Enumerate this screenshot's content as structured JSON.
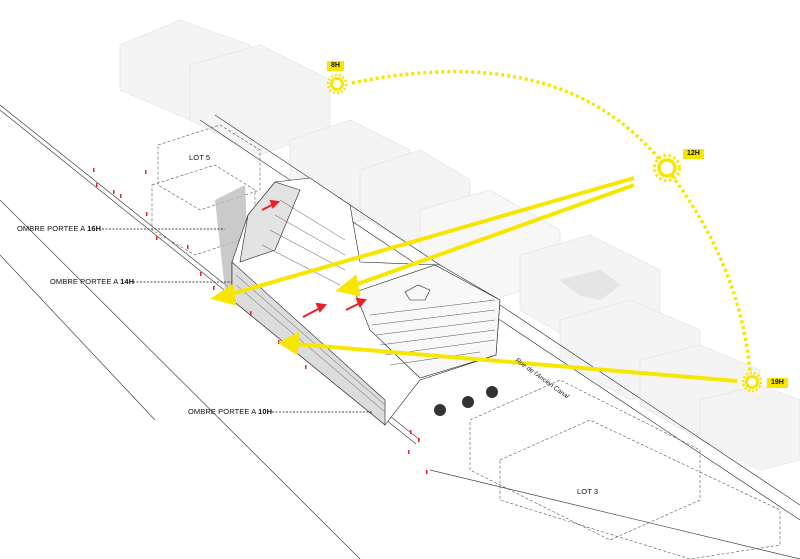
{
  "labels": {
    "lot5": "LOT 5",
    "lot3": "LOT 3",
    "street": "Rue de l'Ancien Canal",
    "shadow16_prefix": "OMBRE PORTEE A ",
    "shadow16_time": "16H",
    "shadow14_prefix": "OMBRE PORTEE A ",
    "shadow14_time": "14H",
    "shadow10_prefix": "OMBRE PORTEE A ",
    "shadow10_time": "10H"
  },
  "sun_positions": [
    {
      "label": "8H"
    },
    {
      "label": "12H"
    },
    {
      "label": "19H"
    }
  ],
  "colors": {
    "sun_yellow": "#f7e600",
    "wind_red": "#e8202a",
    "context_gray": "#f2f2f2",
    "shadow_gray": "#bdbdbd"
  }
}
